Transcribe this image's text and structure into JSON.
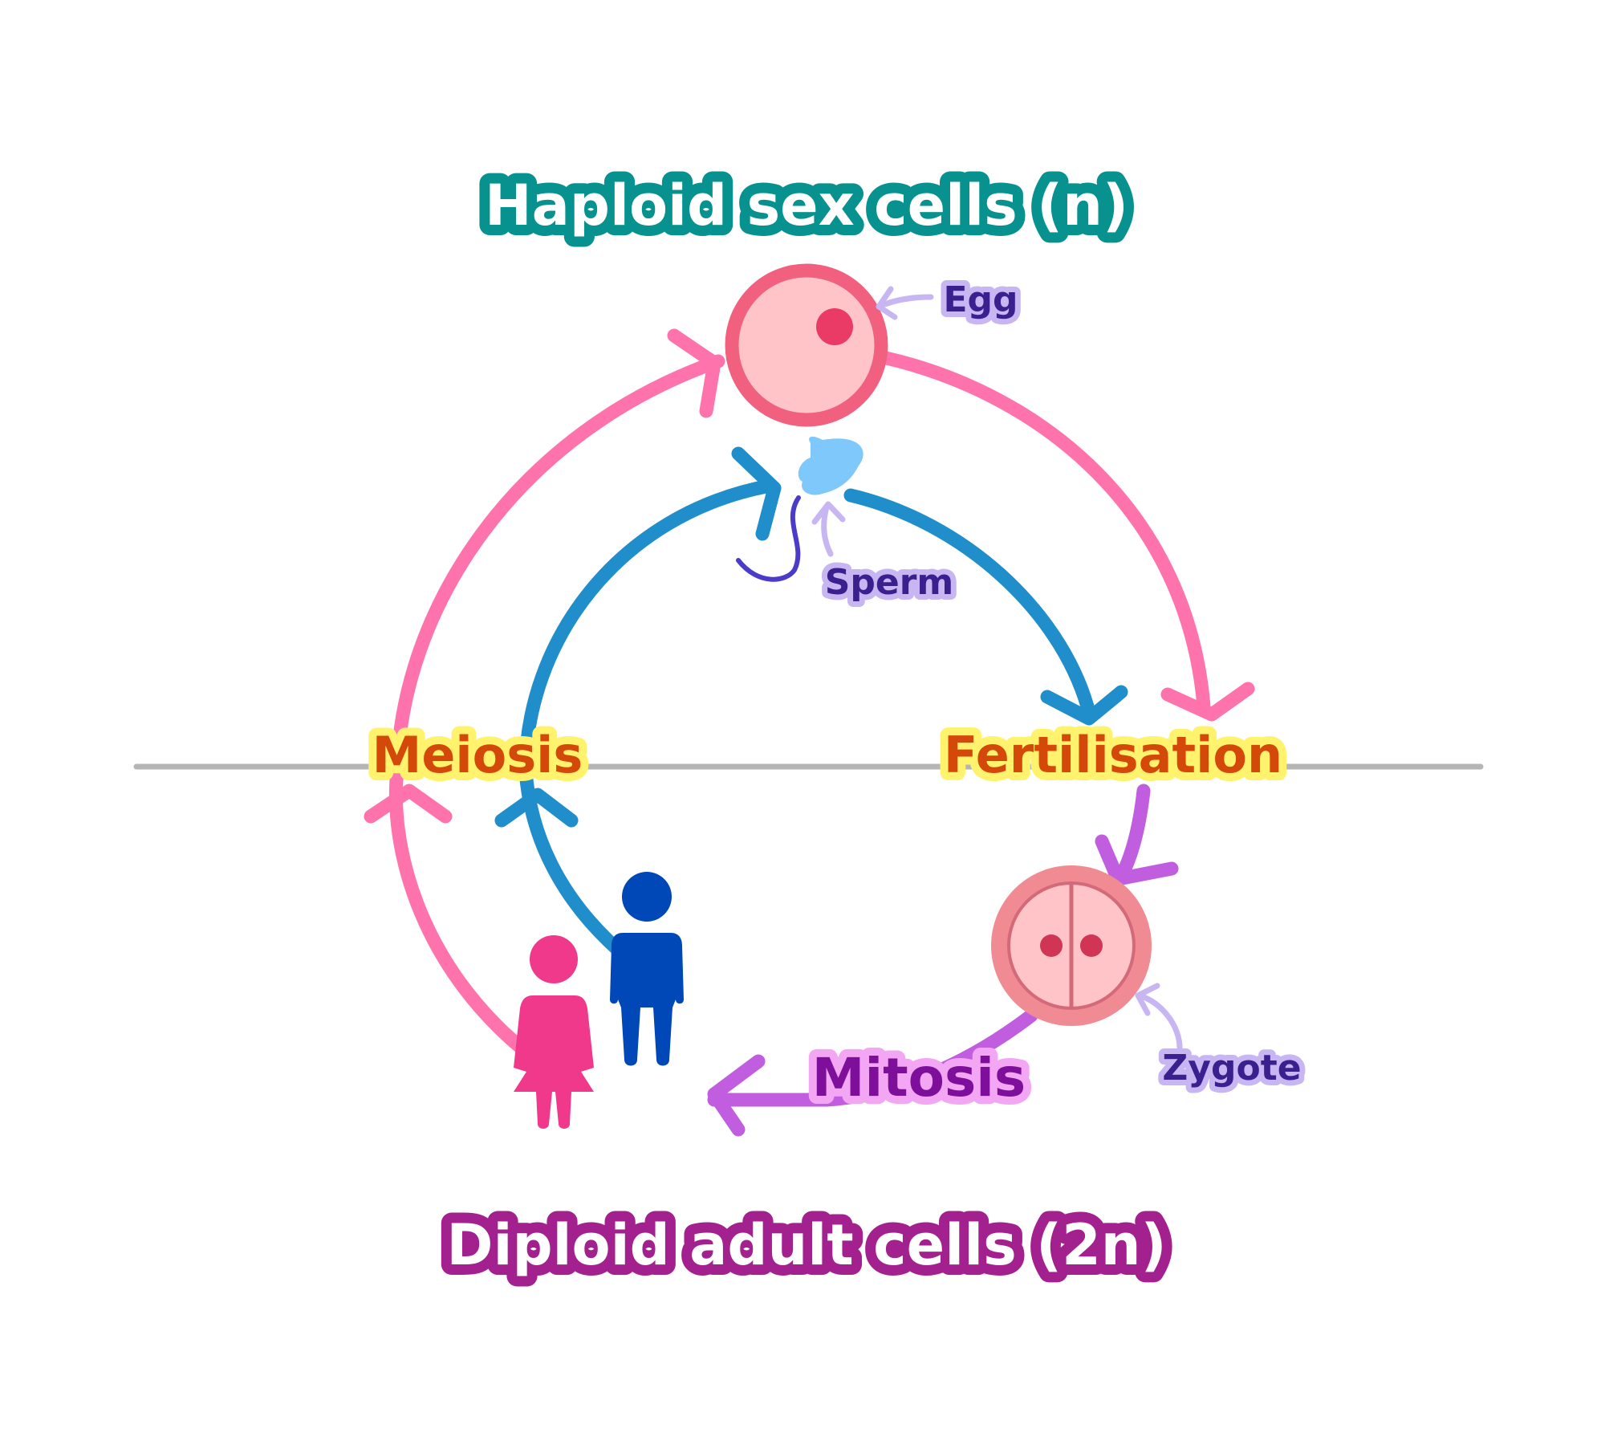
{
  "title_top": "Haploid sex cells (n)",
  "title_bottom": "Diploid adult cells (2n)",
  "process_labels": {
    "meiosis": "Meiosis",
    "fertilisation": "Fertilisation",
    "mitosis": "Mitosis"
  },
  "cell_labels": {
    "egg": "Egg",
    "sperm": "Sperm",
    "zygote": "Zygote"
  },
  "colors": {
    "haploid_title": "#08928f",
    "diploid_title": "#a3218f",
    "pink_cycle": "#ff73ad",
    "blue_cycle": "#1f8ecb",
    "mitosis_arrow": "#c05edf",
    "process_label_text": "#d4480a",
    "process_label_glow": "#fff36e",
    "mitosis_text": "#7d0f9b",
    "mitosis_glow": "#f3a6f4",
    "small_label_text": "#3a1f8f",
    "small_label_glow": "#c7b6f2",
    "egg_fill": "#ffc4c7",
    "egg_border": "#f2607f",
    "nucleus": "#ea3a66",
    "sperm_head": "#7ec8fb",
    "sperm_tail": "#4a3cc9",
    "female_icon": "#f0398a",
    "male_icon": "#0047b8",
    "divider": "#b5b5b5"
  },
  "icons": [
    "egg-cell-icon",
    "sperm-cell-icon",
    "zygote-cell-icon",
    "female-person-icon",
    "male-person-icon"
  ]
}
